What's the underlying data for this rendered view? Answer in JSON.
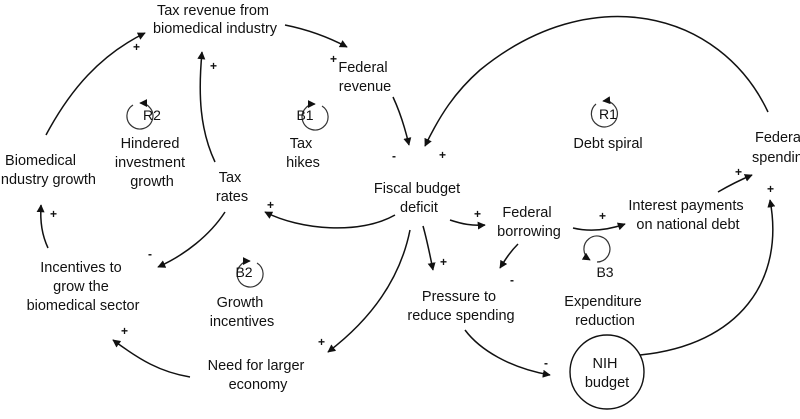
{
  "nodes": {
    "tax_revenue": [
      "Tax revenue from",
      "biomedical industry"
    ],
    "federal_revenue": [
      "Federal",
      "revenue"
    ],
    "hindered": [
      "Hindered",
      "investment",
      "growth"
    ],
    "tax_hikes": [
      "Tax",
      "hikes"
    ],
    "debt_spiral": [
      "Debt spiral"
    ],
    "federal_spending": [
      "Federal",
      "spending"
    ],
    "biomedical_growth": [
      "Biomedical",
      "industry growth"
    ],
    "tax_rates": [
      "Tax",
      "rates"
    ],
    "fiscal_deficit": [
      "Fiscal budget",
      "deficit"
    ],
    "federal_borrowing": [
      "Federal",
      "borrowing"
    ],
    "interest_payments": [
      "Interest payments",
      "on national debt"
    ],
    "incentives": [
      "Incentives to",
      "grow the",
      "biomedical sector"
    ],
    "growth_incentives": [
      "Growth",
      "incentives"
    ],
    "pressure": [
      "Pressure to",
      "reduce spending"
    ],
    "expenditure_reduction": [
      "Expenditure",
      "reduction"
    ],
    "need_larger": [
      "Need for larger",
      "economy"
    ],
    "nih_budget": [
      "NIH",
      "budget"
    ]
  },
  "loops": {
    "r2": "R2",
    "b1": "B1",
    "r1": "R1",
    "b2": "B2",
    "b3": "B3"
  },
  "signs": {
    "growth_to_taxrev": "+",
    "rates_to_taxrev": "+",
    "taxrev_to_fedrev": "+",
    "fedrev_to_deficit": "-",
    "spending_to_deficit": "+",
    "deficit_to_rates": "+",
    "rates_to_incentives": "-",
    "incentives_to_growth": "+",
    "deficit_to_borrowing": "+",
    "borrowing_to_interest": "+",
    "interest_to_spending": "+",
    "nih_to_spending": "+",
    "deficit_to_pressure": "+",
    "borrowing_to_pressure": "-",
    "deficit_to_need": "+",
    "need_to_incentives": "+",
    "pressure_to_nih": "-"
  }
}
